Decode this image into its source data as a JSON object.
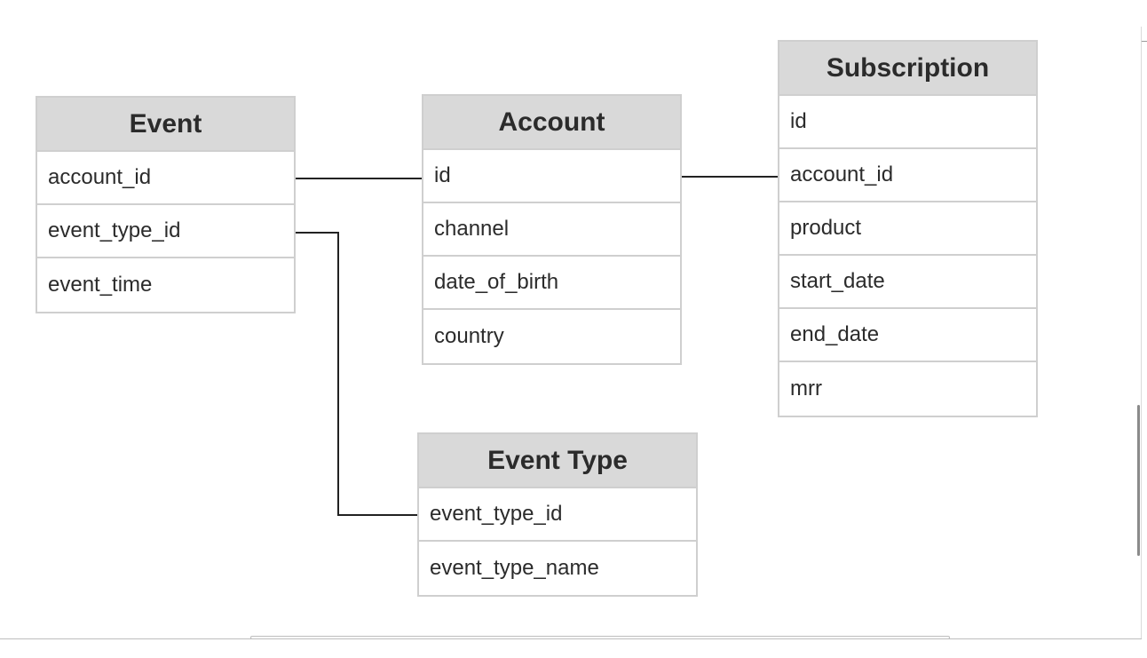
{
  "diagram": {
    "entities": [
      {
        "id": "event",
        "title": "Event",
        "fields": [
          "account_id",
          "event_type_id",
          "event_time"
        ]
      },
      {
        "id": "account",
        "title": "Account",
        "fields": [
          "id",
          "channel",
          "date_of_birth",
          "country"
        ]
      },
      {
        "id": "subscription",
        "title": "Subscription",
        "fields": [
          "id",
          "account_id",
          "product",
          "start_date",
          "end_date",
          "mrr"
        ]
      },
      {
        "id": "event-type",
        "title": "Event Type",
        "fields": [
          "event_type_id",
          "event_type_name"
        ]
      }
    ],
    "relationships": [
      {
        "from": "Event.account_id",
        "to": "Account.id"
      },
      {
        "from": "Account.id",
        "to": "Subscription.account_id"
      },
      {
        "from": "Event.event_type_id",
        "to": "Event Type.event_type_id"
      }
    ],
    "colors": {
      "header_fill": "#d9d9d9",
      "border": "#cfcfcf",
      "text": "#2b2b2b",
      "connector": "#222222"
    }
  }
}
